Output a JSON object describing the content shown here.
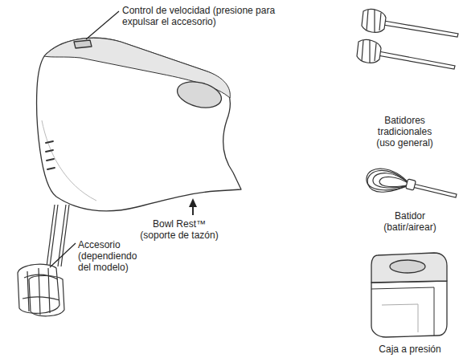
{
  "diagram": {
    "labels": [
      "Control de velocidad (presione para expulsar el accesorio)",
      "Bowl Rest™ (soporte de tazón)",
      "Accesorio (dependiendo del modelo)",
      "Batidores tradicionales (uso general)",
      "Batidor (batir/airear)",
      "Caja a presión"
    ]
  }
}
